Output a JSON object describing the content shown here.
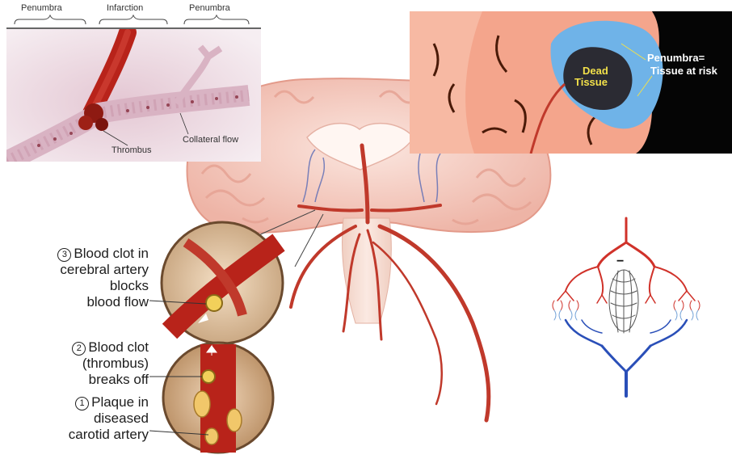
{
  "top_left_panel": {
    "header_labels": [
      "Penumbra",
      "Infarction",
      "Penumbra"
    ],
    "thrombus_label": "Thrombus",
    "collateral_label": "Collateral flow"
  },
  "scan_panel": {
    "dead_tissue_line1": "Dead",
    "dead_tissue_line2": "Tissue",
    "penumbra_line1": "Penumbra=",
    "penumbra_line2": "Tissue at risk"
  },
  "steps": [
    {
      "number": "3",
      "lines": [
        "Blood clot in",
        "cerebral artery",
        "blocks",
        "blood flow"
      ]
    },
    {
      "number": "2",
      "lines": [
        "Blood clot",
        "(thrombus)",
        "breaks off"
      ]
    },
    {
      "number": "1",
      "lines": [
        "Plaque in",
        "diseased",
        "carotid artery"
      ]
    }
  ],
  "vessel_diagram": {
    "blockage_marker": "−"
  },
  "colors": {
    "artery": "#c0392b",
    "dark_artery": "#8e1f14",
    "vein_blue": "#2a4fb8",
    "brain_pink": "#f3c9bf",
    "penumbra_blue": "#6fb3e8",
    "dead_tissue": "#2b2b33",
    "scan_background": "#050505",
    "dead_label": "#f2e04a"
  }
}
